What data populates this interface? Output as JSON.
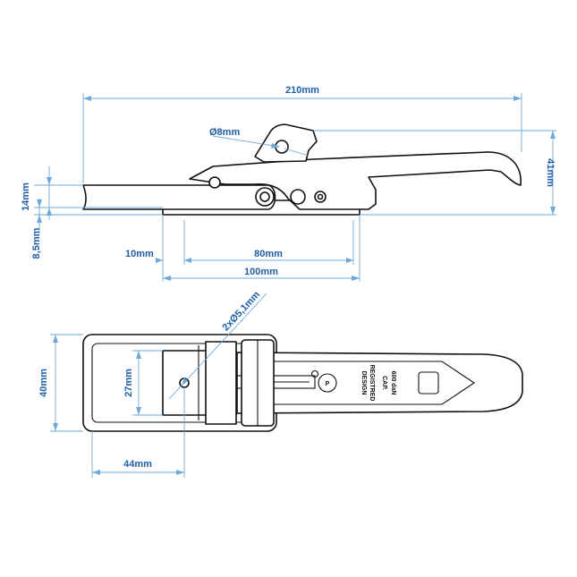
{
  "colors": {
    "dimension": "#1f5fa8",
    "dimension_line": "#6ea8d8",
    "outline": "#111111",
    "background": "#ffffff"
  },
  "side_view": {
    "total_length": "210mm",
    "height": "41mm",
    "hole_diameter": "Ø8mm",
    "bar_height": "14mm",
    "plate_offset": "8,5mm",
    "edge_offset": "10mm",
    "hole_spacing": "80mm",
    "plate_length": "100mm"
  },
  "top_view": {
    "plate_width": "40mm",
    "slot_width": "27mm",
    "mount_holes": "2xØ5,1mm",
    "plate_length": "44mm",
    "stamp": {
      "line1": "DESIGN",
      "line2": "REGISTRED",
      "line3": "CAP.",
      "line4": "600 daN"
    }
  }
}
